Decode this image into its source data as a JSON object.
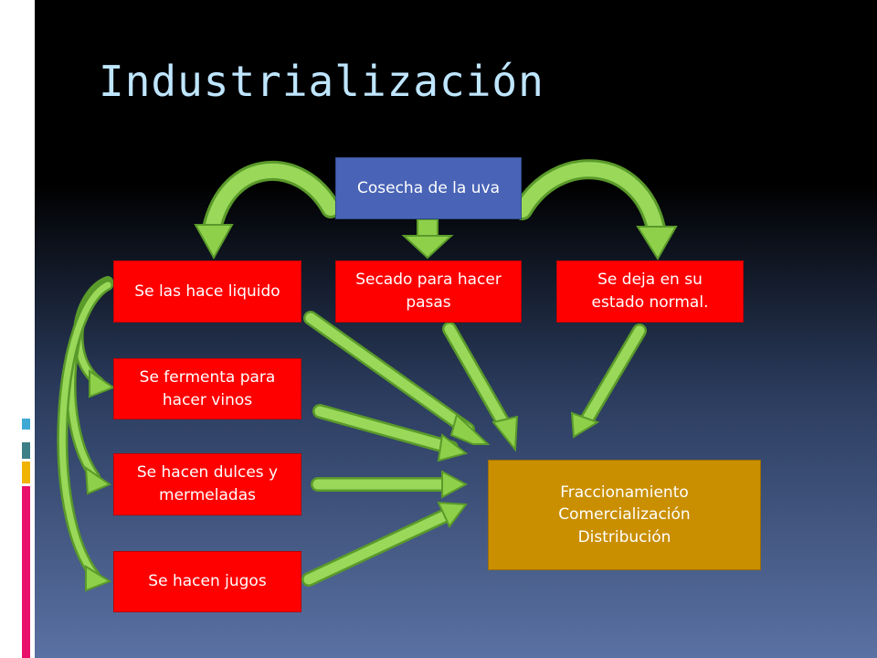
{
  "title": "Industrialización",
  "nodes": {
    "harvest": "Cosecha de la uva",
    "liquid": "Se las hace liquido",
    "dried": "Secado para hacer pasas",
    "normal": "Se deja en su estado normal.",
    "ferment": "Se fermenta para hacer vinos",
    "sweets": "Se hacen dulces y mermeladas",
    "juice": "Se hacen jugos",
    "final_lines": [
      "Fraccionamiento",
      "Comercialización",
      "Distribución"
    ]
  },
  "colors": {
    "red_box": "#ff0000",
    "blue_box": "#4964b6",
    "gold_box": "#c98f00",
    "arrow_green": "#8ed04a",
    "title": "#bfe6ff",
    "accent_cyan": "#3fa9d6",
    "accent_teal": "#3d7f86",
    "accent_yellow": "#f0b400",
    "accent_pink": "#e8106a"
  }
}
